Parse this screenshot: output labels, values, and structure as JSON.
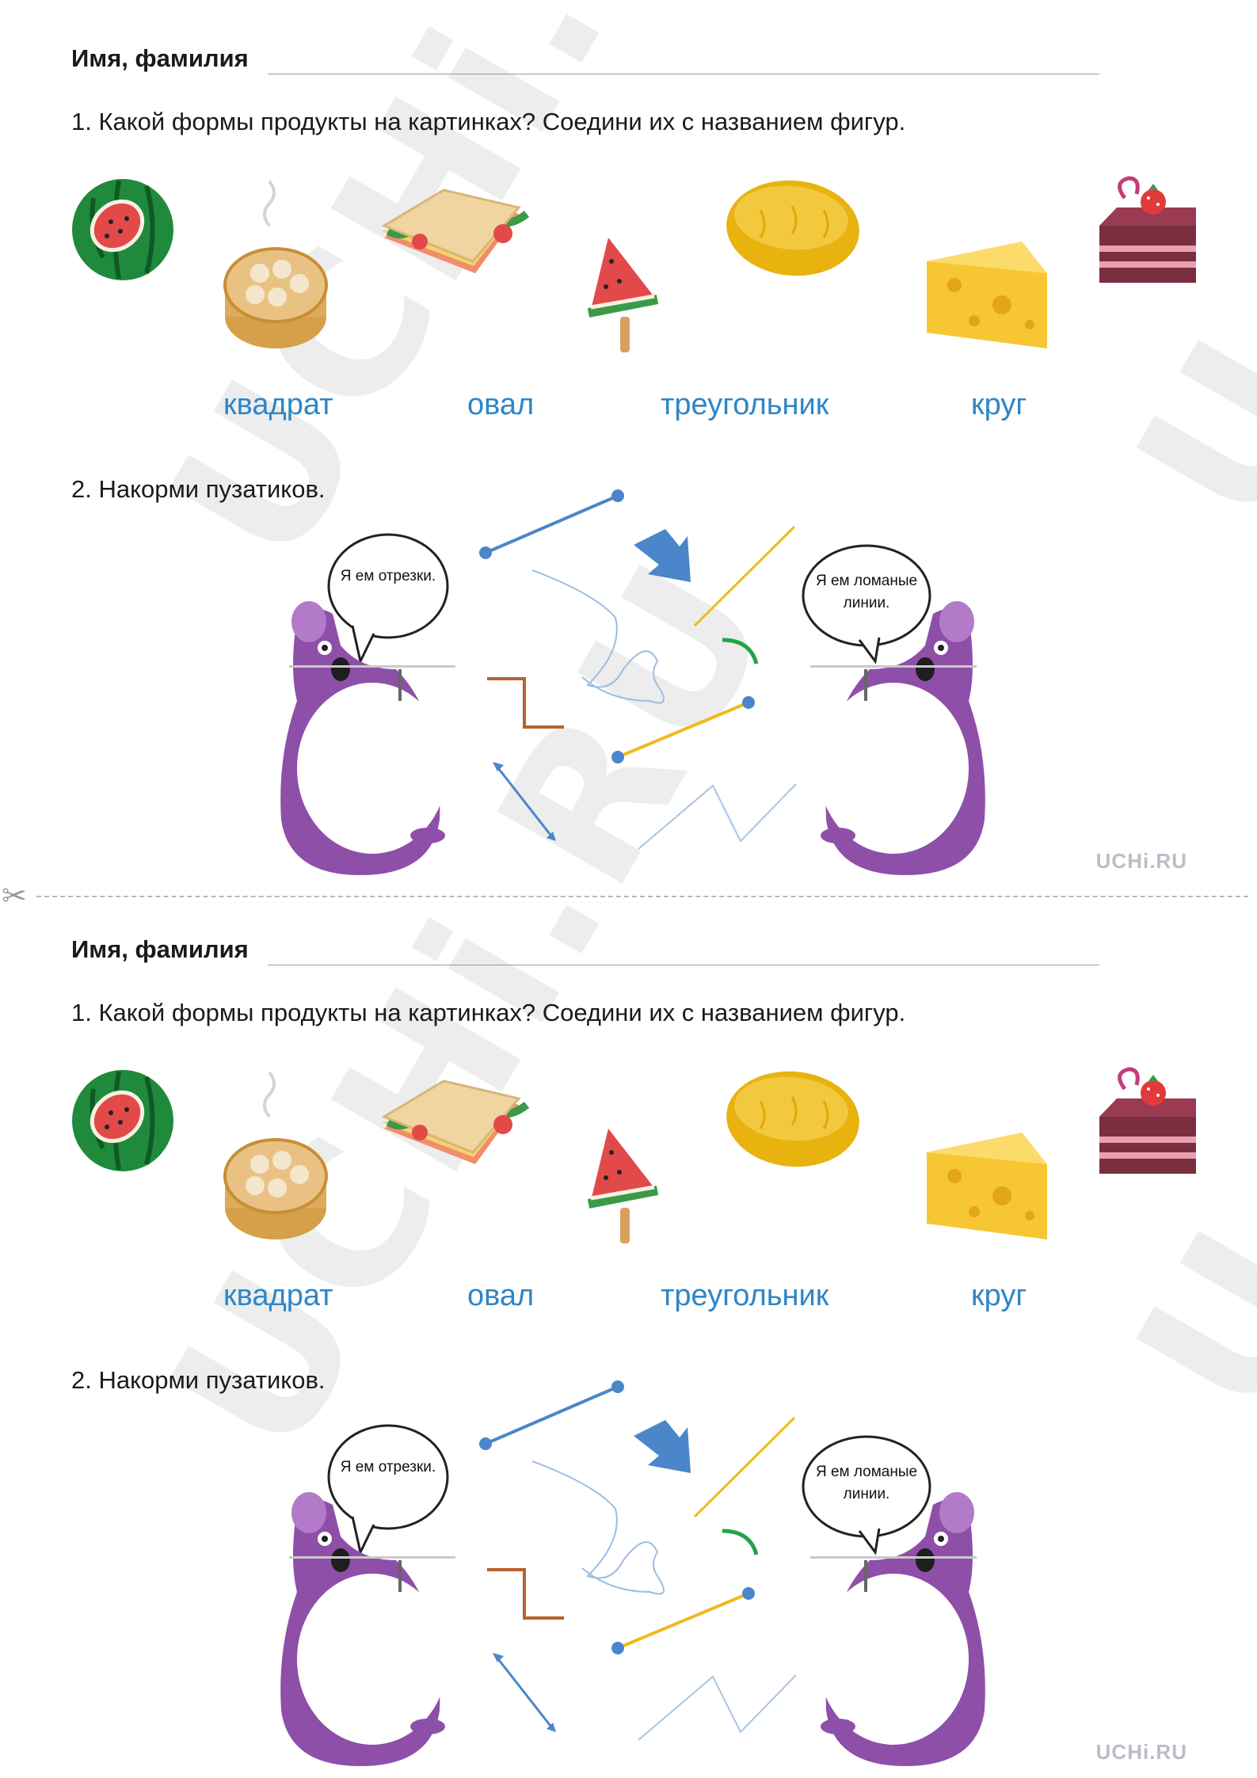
{
  "watermark": {
    "text": "UCHi.RU",
    "letter": "U"
  },
  "brand": "UCHi.RU",
  "sheets": [
    {
      "name_label": "Имя, фамилия",
      "task1": "1. Какой формы продукты на картинках? Соедини их с названием фигур.",
      "shapes": [
        "квадрат",
        "овал",
        "треугольник",
        "круг"
      ],
      "task2": "2. Накорми пузатиков.",
      "bubble_left": "Я ем отрезки.",
      "bubble_right_1": "Я ем ломаные",
      "bubble_right_2": "линии.",
      "food_icons": [
        "watermelon-icon",
        "dumplings-steamer-icon",
        "sandwich-icon",
        "watermelon-popsicle-icon",
        "oval-bread-icon",
        "cheese-icon",
        "cake-icon"
      ]
    },
    {
      "name_label": "Имя, фамилия",
      "task1": "1. Какой формы продукты на картинках? Соедини их с названием фигур.",
      "shapes": [
        "квадрат",
        "овал",
        "треугольник",
        "круг"
      ],
      "task2": "2. Накорми пузатиков.",
      "bubble_left": "Я ем отрезки.",
      "bubble_right_1": "Я ем ломаные",
      "bubble_right_2": "линии.",
      "food_icons": [
        "watermelon-icon",
        "dumplings-steamer-icon",
        "sandwich-icon",
        "watermelon-popsicle-icon",
        "oval-bread-icon",
        "cheese-icon",
        "cake-icon"
      ]
    }
  ],
  "cut_icon": "scissors-icon",
  "colors": {
    "shape_words": "#2d86c7",
    "monster": "#8e4fa8",
    "segment_blue": "#4a86c9",
    "segment_yellow": "#f2b91a"
  }
}
